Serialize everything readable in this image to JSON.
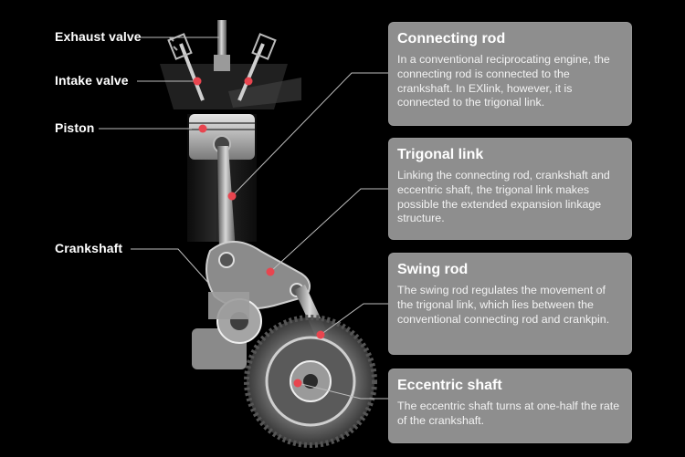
{
  "labels": {
    "exhaust_valve": "Exhaust valve",
    "intake_valve": "Intake valve",
    "piston": "Piston",
    "crankshaft": "Crankshaft"
  },
  "cards": [
    {
      "title": "Connecting rod",
      "body": "In a conventional reciprocating engine, the connecting rod is connected to the crankshaft. In EXlink, however, it is connected to the trigonal link."
    },
    {
      "title": "Trigonal link",
      "body": "Linking the connecting rod, crankshaft and eccentric shaft, the trigonal link makes possible the extended expansion linkage structure."
    },
    {
      "title": "Swing rod",
      "body": "The swing rod regulates the movement of the trigonal link, which lies between the conventional connecting rod and crankpin."
    },
    {
      "title": "Eccentric shaft",
      "body": "The eccentric shaft turns at one-half the rate of the crankshaft."
    }
  ],
  "colors": {
    "background": "#000000",
    "card": "#8e8e8e",
    "marker": "#e8454f",
    "leader": "#bdbdbd"
  }
}
